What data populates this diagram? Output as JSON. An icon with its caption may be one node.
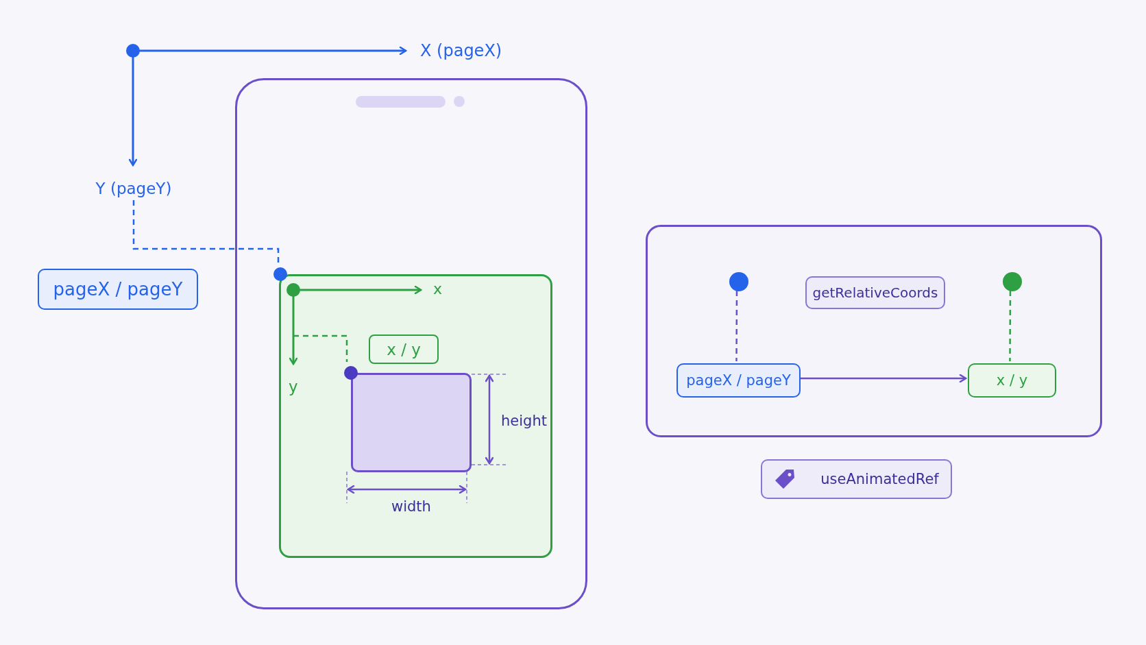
{
  "diagram": {
    "nodes": [
      {
        "text": [],
        "shape": "box"
      },
      {
        "text": [],
        "shape": "box",
        "in": 0
      },
      {
        "text": [
          "Y (pageY)"
        ]
      },
      {
        "text": [],
        "shape": "circle",
        "in": 0
      },
      {
        "text": [
          "pageX / pageY"
        ]
      },
      {
        "text": [
          "x / y"
        ],
        "in": 1
      },
      {
        "text": [],
        "shape": "circle",
        "in": 1
      },
      {
        "text": [],
        "shape": "box",
        "in": 1
      },
      {
        "text": [],
        "shape": "box"
      },
      {
        "text": [],
        "shape": "circle",
        "in": 8
      },
      {
        "text": [
          "getRelativeCoords"
        ],
        "in": 8
      },
      {
        "text": [],
        "shape": "circle",
        "in": 8
      },
      {
        "text": [
          "pageX / pageY"
        ],
        "in": 8
      },
      {
        "text": [
          "x / y"
        ],
        "in": 8
      },
      {
        "text": [
          "useAnimatedRef"
        ]
      }
    ],
    "edges": [
      {
        "from": 2,
        "to": 3,
        "arrow": "none",
        "style": "dashed",
        "color": "#2563eb"
      },
      {
        "from": null,
        "to": 6,
        "arrow": "none",
        "style": "dashed",
        "color": "#2ea043"
      },
      {
        "from": 9,
        "to": 12,
        "arrow": "none",
        "style": "dashed",
        "color": "#6b4fc8"
      },
      {
        "from": 11,
        "to": 13,
        "arrow": "none",
        "style": "dashed",
        "color": "#2ea043"
      },
      {
        "from": 12,
        "to": 13,
        "arrow": "to",
        "color": "#6b4fc8"
      }
    ],
    "labels": [
      "X (pageX)",
      "x",
      "y",
      "height",
      "width"
    ]
  }
}
